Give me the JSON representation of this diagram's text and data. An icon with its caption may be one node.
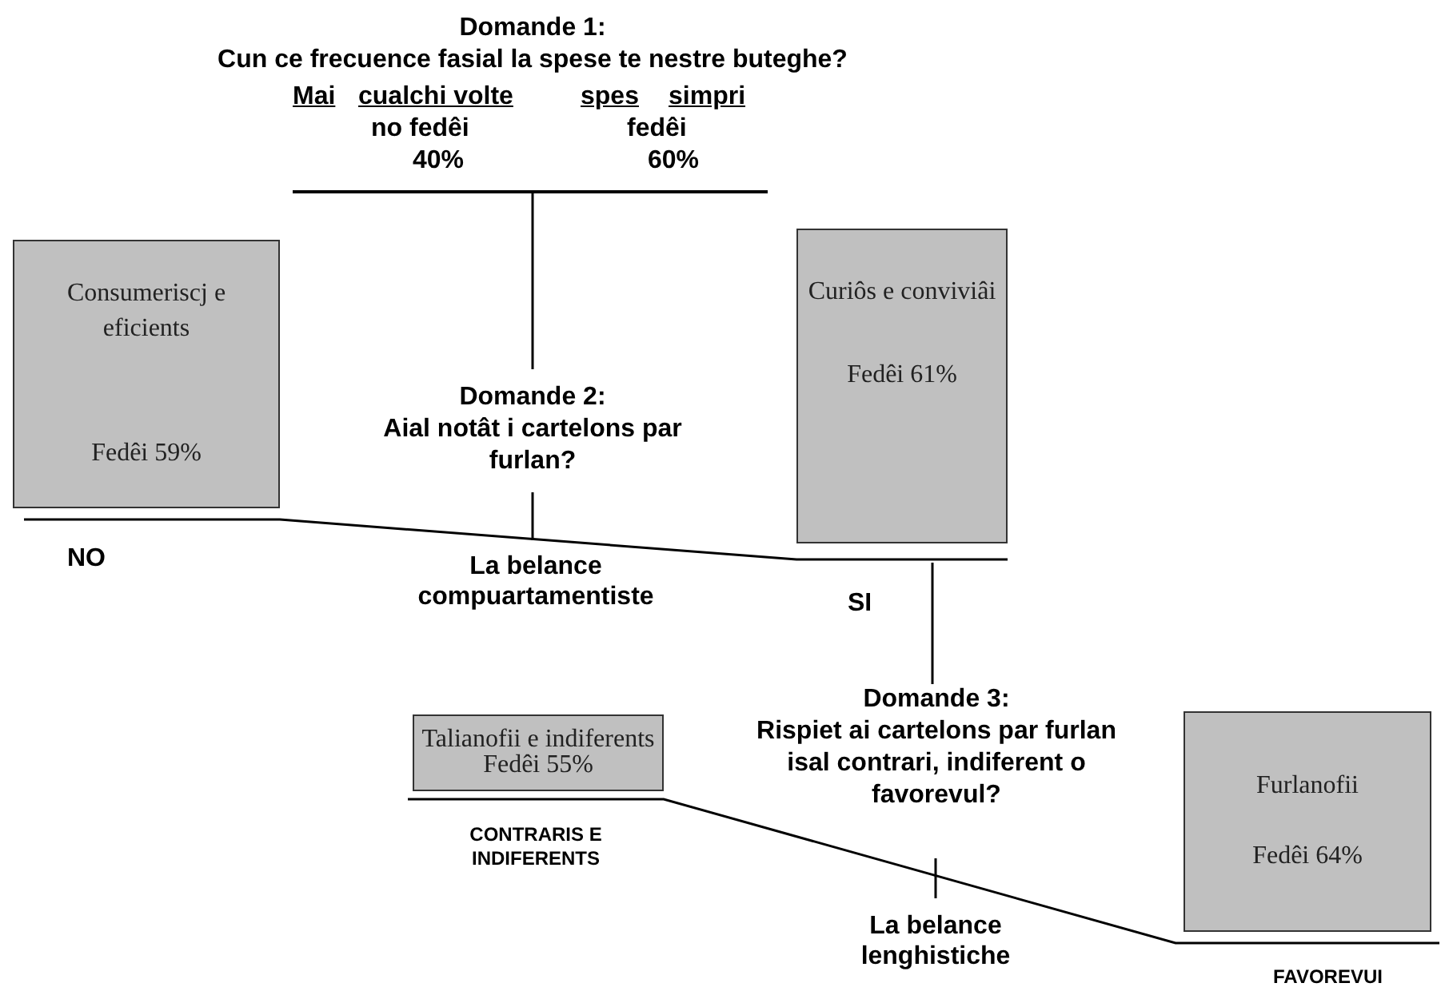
{
  "diagram": {
    "nodes": [
      {
        "text": [
          "Domande 1:",
          "Cun ce frecuence fasial la spese te nestre buteghe?"
        ]
      },
      {
        "text": [
          "Consumeriscj e eficients",
          "Fedêi 59%"
        ]
      },
      {
        "text": [
          "Domande 2:",
          "Aial notât i cartelons par furlan?"
        ]
      },
      {
        "text": [
          "Curiôs e conviviâi",
          "Fedêi 61%"
        ]
      },
      {
        "text": [
          "Domande 3:",
          "Rispiet ai cartelons par furlan isal contrari, indiferent o favorevul?"
        ]
      },
      {
        "text": [
          "Talianofii e indiferents",
          "Fedêi 55%"
        ]
      },
      {
        "text": [
          "Furlanofii",
          "Fedêi 64%"
        ]
      }
    ],
    "edges": [],
    "labels": [
      "Mai",
      "cualchi volte",
      "spes",
      "simpri",
      "no fedêi",
      "fedêi",
      "40%",
      "60%",
      "NO",
      "La belance compuartamentiste",
      "SI",
      "CONTRARIS E INDIFERENTS",
      "La belance lenghistiche",
      "FAVOREVUI"
    ]
  }
}
